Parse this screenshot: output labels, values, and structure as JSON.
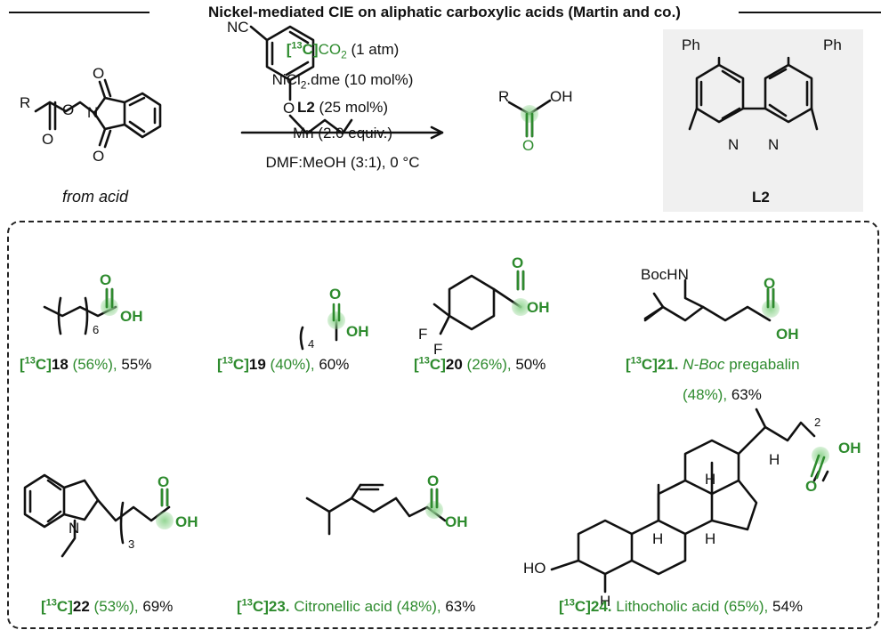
{
  "title": "Nickel-mediated CIE on aliphatic carboxylic acids (Martin and co.)",
  "reaction": {
    "substrate_caption": "from acid",
    "conditions": {
      "reagent_label_bracket_pre": "[",
      "reagent_label_13": "13",
      "reagent_label_bracket_post": "C]",
      "reagent_co": "CO",
      "reagent_sub": "2",
      "reagent_tail": " (1 atm)",
      "catalyst_pre": "NiCl",
      "catalyst_sub": "2",
      "catalyst_post": ".dme (10 mol%)",
      "ligand_name": "L2",
      "ligand_amount": " (25 mol%)",
      "reductant": "Mn (2.0 equiv.)",
      "solvent": "DMF:MeOH (3:1), 0 °C"
    },
    "ligand_box_label": "L2",
    "atoms": {
      "R": "R",
      "O": "O",
      "N": "N",
      "OH": "OH",
      "Ph": "Ph",
      "NC": "NC",
      "F": "F",
      "BocHN": "BocHN",
      "HO": "HO",
      "H": "H"
    },
    "subscripts": {
      "n6": "6",
      "n4": "4",
      "n3": "3",
      "n2": "2"
    }
  },
  "products": [
    {
      "id": "18",
      "green": "(56%),",
      "black": "55%"
    },
    {
      "id": "19",
      "green": "(40%),",
      "black": "60%"
    },
    {
      "id": "20",
      "green": "(26%),",
      "black": "50%"
    },
    {
      "id": "21.",
      "green_italic": "N-Boc",
      "green": "pregabalin",
      "line2_green": "(48%),",
      "black": "63%"
    },
    {
      "id": "22",
      "green": "(53%),",
      "black": "69%"
    },
    {
      "id": "23.",
      "green": "Citronellic acid (48%),",
      "black": "63%"
    },
    {
      "id": "24.",
      "green": "Lithocholic acid (65%),",
      "black": "54%"
    }
  ],
  "colors": {
    "green": "#2e8b2e",
    "highlight": "#8fd48f",
    "box": "#f0f0f0"
  }
}
